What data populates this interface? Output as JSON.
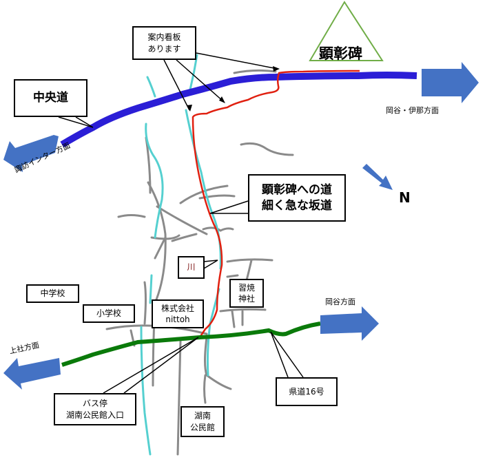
{
  "colors": {
    "expressway": "#2B1ED6",
    "prefectural_road": "#0A7A0A",
    "route_to_monument": "#E02010",
    "river": "#55D0D0",
    "local_roads": "#8A8A8A",
    "direction_arrows": "#4472C4",
    "mountain_marker": "#70AD47",
    "river_label": "#7B1010"
  },
  "monument": {
    "label": "顕彰碑"
  },
  "callouts": {
    "signboard": {
      "line1": "案内看板",
      "line2": "あります"
    },
    "expressway": {
      "label": "中央道"
    },
    "route": {
      "line1": "顕彰碑への道",
      "line2": "細く急な坂道"
    },
    "river": {
      "label": "川"
    },
    "shrine": {
      "line1": "習焼",
      "line2": "神社"
    },
    "junior_high": {
      "label": "中学校"
    },
    "elementary": {
      "label": "小学校"
    },
    "company": {
      "line1": "株式会社",
      "line2": "nittoh"
    },
    "bus_stop": {
      "line1": "バス停",
      "line2": "湖南公民館入口"
    },
    "prefectural_road": {
      "label": "県道16号"
    },
    "community_hall": {
      "line1": "湖南",
      "line2": "公民館"
    }
  },
  "directions": {
    "okaya_ina": "岡谷・伊那方面",
    "suwa_ic": "諏訪インター方面",
    "okaya": "岡谷方面",
    "kamisha": "上社方面",
    "north": "N"
  }
}
